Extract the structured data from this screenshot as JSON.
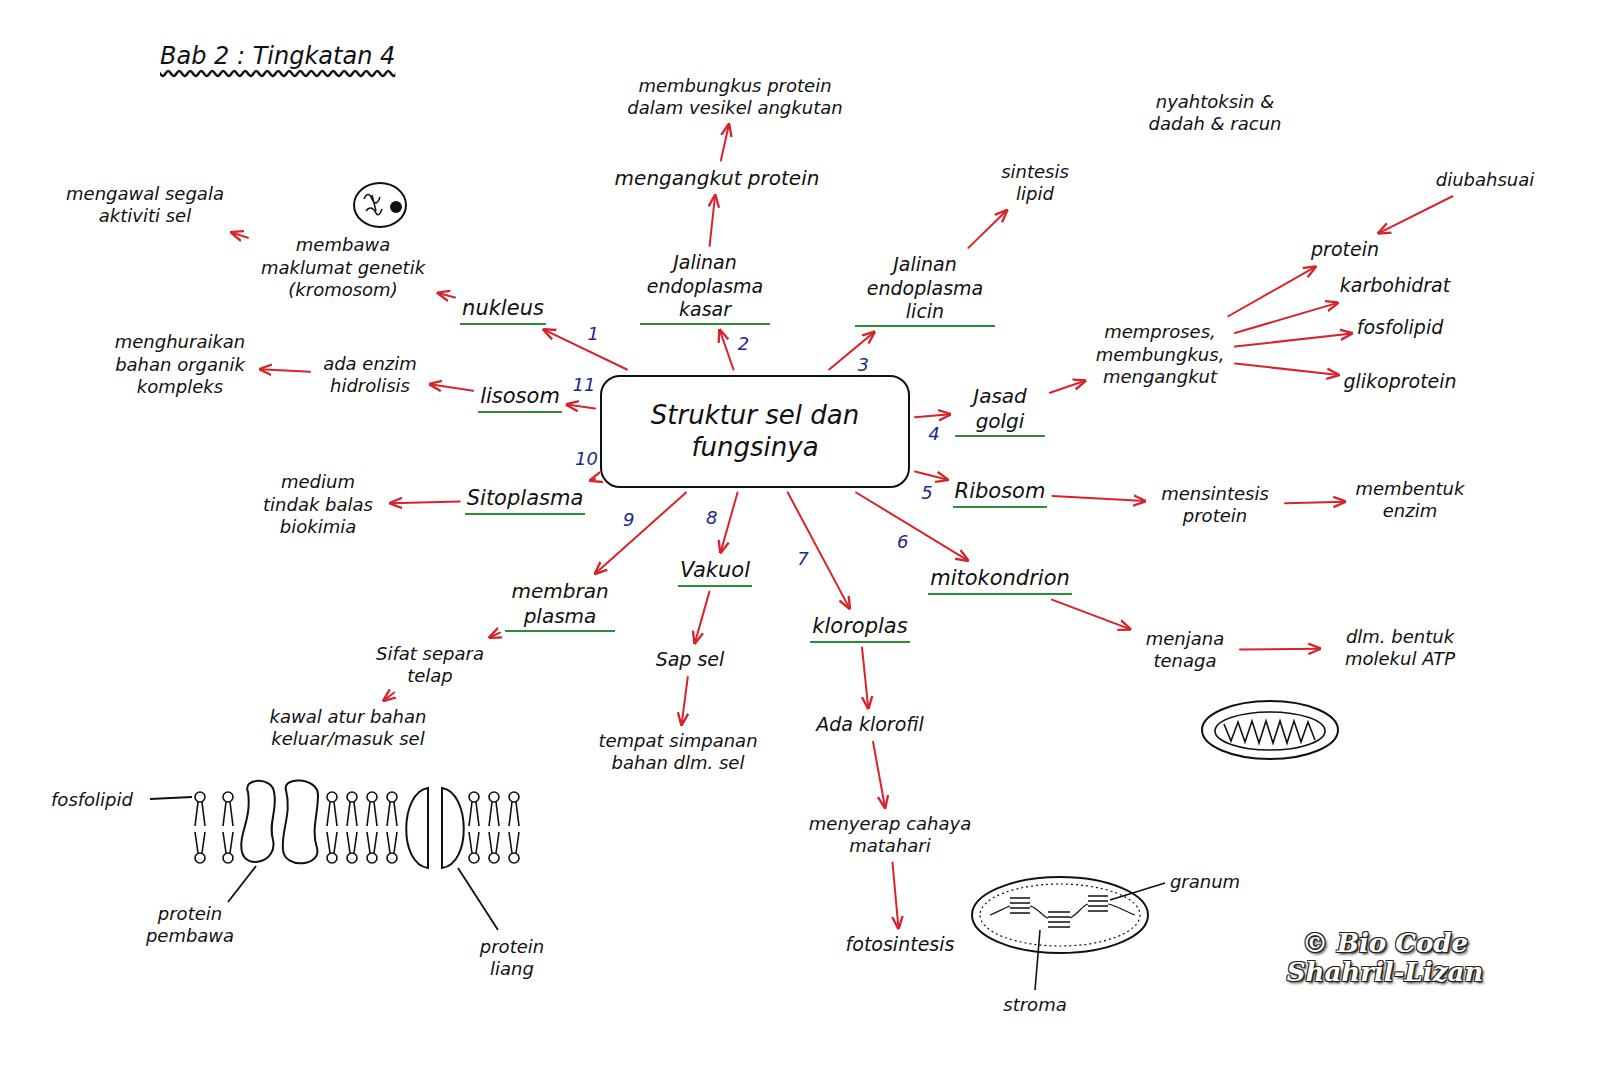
{
  "diagram": {
    "title": "Bab 2 : Tingkatan 4",
    "nodes": [
      {
        "text": [
          "Struktur sel dan fungsinya"
        ]
      },
      {
        "text": [
          "nukleus"
        ]
      },
      {
        "text": [
          "membawa maklumat genetik (kromosom)"
        ]
      },
      {
        "text": [
          "mengawal segala aktiviti sel"
        ]
      },
      {
        "text": [
          "Jalinan endoplasma kasar"
        ]
      },
      {
        "text": [
          "mengangkut protein"
        ]
      },
      {
        "text": [
          "membungkus protein dalam vesikel angkutan"
        ]
      },
      {
        "text": [
          "Jalinan endoplasma licin"
        ]
      },
      {
        "text": [
          "sintesis lipid"
        ]
      },
      {
        "text": [
          "Jasad golgi"
        ]
      },
      {
        "text": [
          "memproses, membungkus, mengangkut"
        ]
      },
      {
        "text": [
          "protein"
        ]
      },
      {
        "text": [
          "karbohidrat"
        ]
      },
      {
        "text": [
          "fosfolipid"
        ]
      },
      {
        "text": [
          "glikoprotein"
        ]
      },
      {
        "text": [
          "diubahsuai"
        ]
      },
      {
        "text": [
          "Ribosom"
        ]
      },
      {
        "text": [
          "mensintesis protein"
        ]
      },
      {
        "text": [
          "membentuk enzim"
        ]
      },
      {
        "text": [
          "mitokondrion"
        ]
      },
      {
        "text": [
          "menjana tenaga"
        ]
      },
      {
        "text": [
          "dlm. bentuk molekul ATP"
        ]
      },
      {
        "text": [
          "kloroplas"
        ]
      },
      {
        "text": [
          "Ada klorofil"
        ]
      },
      {
        "text": [
          "menyerap cahaya matahari"
        ]
      },
      {
        "text": [
          "fotosintesis"
        ]
      },
      {
        "text": [
          "Vakuol"
        ]
      },
      {
        "text": [
          "Sap sel"
        ]
      },
      {
        "text": [
          "tempat simpanan bahan dlm. sel"
        ]
      },
      {
        "text": [
          "membran plasma"
        ]
      },
      {
        "text": [
          "Sifat separa telap"
        ]
      },
      {
        "text": [
          "kawal atur bahan keluar/masuk sel"
        ]
      },
      {
        "text": [
          "Sitoplasma"
        ]
      },
      {
        "text": [
          "medium tindak balas biokimia"
        ]
      },
      {
        "text": [
          "lisosom"
        ]
      },
      {
        "text": [
          "ada enzim hidrolisis"
        ]
      },
      {
        "text": [
          "menghuraikan bahan organik kompleks"
        ]
      }
    ],
    "edges": [
      {
        "from": 0,
        "to": 1,
        "arrow": "to",
        "label": "1"
      },
      {
        "from": 1,
        "to": 2,
        "arrow": "to"
      },
      {
        "from": 2,
        "to": 3,
        "arrow": "to"
      },
      {
        "from": 0,
        "to": 4,
        "arrow": "to",
        "label": "2"
      },
      {
        "from": 4,
        "to": 5,
        "arrow": "to"
      },
      {
        "from": 5,
        "to": 6,
        "arrow": "to"
      },
      {
        "from": 0,
        "to": 7,
        "arrow": "to",
        "label": "3"
      },
      {
        "from": 7,
        "to": 8,
        "arrow": "to"
      },
      {
        "from": 0,
        "to": 9,
        "arrow": "to",
        "label": "4"
      },
      {
        "from": 9,
        "to": 10,
        "arrow": "to"
      },
      {
        "from": 10,
        "to": 11,
        "arrow": "to"
      },
      {
        "from": 10,
        "to": 12,
        "arrow": "to"
      },
      {
        "from": 10,
        "to": 13,
        "arrow": "to"
      },
      {
        "from": 10,
        "to": 14,
        "arrow": "to"
      },
      {
        "from": 15,
        "to": 11,
        "arrow": "to"
      },
      {
        "from": 0,
        "to": 16,
        "arrow": "to",
        "label": "5"
      },
      {
        "from": 16,
        "to": 17,
        "arrow": "to"
      },
      {
        "from": 17,
        "to": 18,
        "arrow": "to"
      },
      {
        "from": 0,
        "to": 19,
        "arrow": "to",
        "label": "6"
      },
      {
        "from": 19,
        "to": 20,
        "arrow": "to"
      },
      {
        "from": 20,
        "to": 21,
        "arrow": "to"
      },
      {
        "from": 0,
        "to": 22,
        "arrow": "to",
        "label": "7"
      },
      {
        "from": 22,
        "to": 23,
        "arrow": "to"
      },
      {
        "from": 23,
        "to": 24,
        "arrow": "to"
      },
      {
        "from": 24,
        "to": 25,
        "arrow": "to"
      },
      {
        "from": 0,
        "to": 26,
        "arrow": "to",
        "label": "8"
      },
      {
        "from": 26,
        "to": 27,
        "arrow": "to"
      },
      {
        "from": 27,
        "to": 28,
        "arrow": "to"
      },
      {
        "from": 0,
        "to": 29,
        "arrow": "to",
        "label": "9"
      },
      {
        "from": 29,
        "to": 30,
        "arrow": "to"
      },
      {
        "from": 30,
        "to": 31,
        "arrow": "to"
      },
      {
        "from": 0,
        "to": 32,
        "arrow": "to",
        "label": "10"
      },
      {
        "from": 32,
        "to": 33,
        "arrow": "to"
      },
      {
        "from": 0,
        "to": 34,
        "arrow": "to",
        "label": "11"
      },
      {
        "from": 34,
        "to": 35,
        "arrow": "to"
      },
      {
        "from": 35,
        "to": 36,
        "arrow": "to"
      }
    ],
    "labels": [
      "nyahtoksin & dadah & racun",
      "fosfolipid",
      "protein pembawa",
      "protein liang",
      "granum",
      "stroma",
      "© Bio Code Shahril-Lizan"
    ]
  }
}
